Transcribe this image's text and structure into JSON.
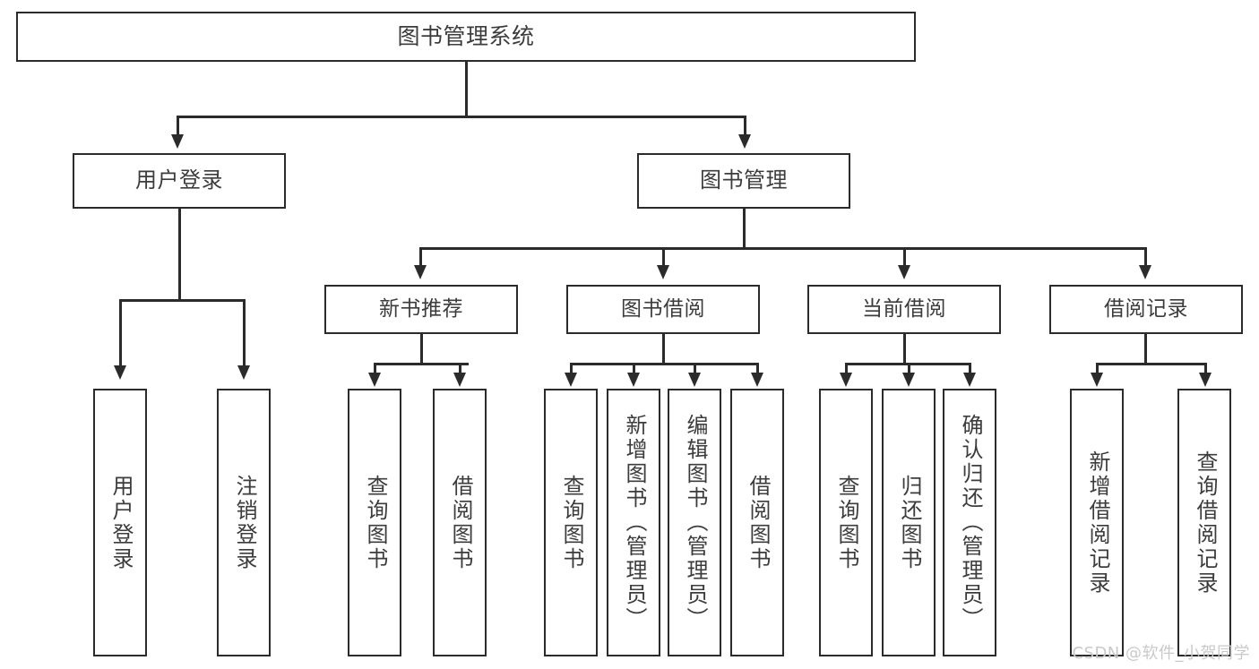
{
  "diagram": {
    "title": "图书管理系统",
    "type": "tree",
    "watermark": "CSDN @软件_小贺同学",
    "colors": {
      "box_border": "#2b2b2b",
      "box_fill": "#ffffff",
      "text": "#3c3c3c",
      "connector": "#2b2b2b",
      "watermark": "#c9c9c9",
      "background": "#ffffff"
    },
    "nodes": {
      "root": {
        "label": "图书管理系统"
      },
      "level2": [
        {
          "label": "用户登录"
        },
        {
          "label": "图书管理"
        }
      ],
      "level3": [
        {
          "label": "新书推荐"
        },
        {
          "label": "图书借阅"
        },
        {
          "label": "当前借阅"
        },
        {
          "label": "借阅记录"
        }
      ],
      "leaves": {
        "user_login": [
          {
            "label": "用户登录"
          },
          {
            "label": "注销登录"
          }
        ],
        "new_book_recommend": [
          {
            "label": "查询图书"
          },
          {
            "label": "借阅图书"
          }
        ],
        "book_borrow": [
          {
            "label": "查询图书"
          },
          {
            "label": "新增图书（管理员）"
          },
          {
            "label": "编辑图书（管理员）"
          },
          {
            "label": "借阅图书"
          }
        ],
        "current_borrow": [
          {
            "label": "查询图书"
          },
          {
            "label": "归还图书"
          },
          {
            "label": "确认归还（管理员）"
          }
        ],
        "borrow_record": [
          {
            "label": "新增借阅记录"
          },
          {
            "label": "查询借阅记录"
          }
        ]
      }
    }
  }
}
